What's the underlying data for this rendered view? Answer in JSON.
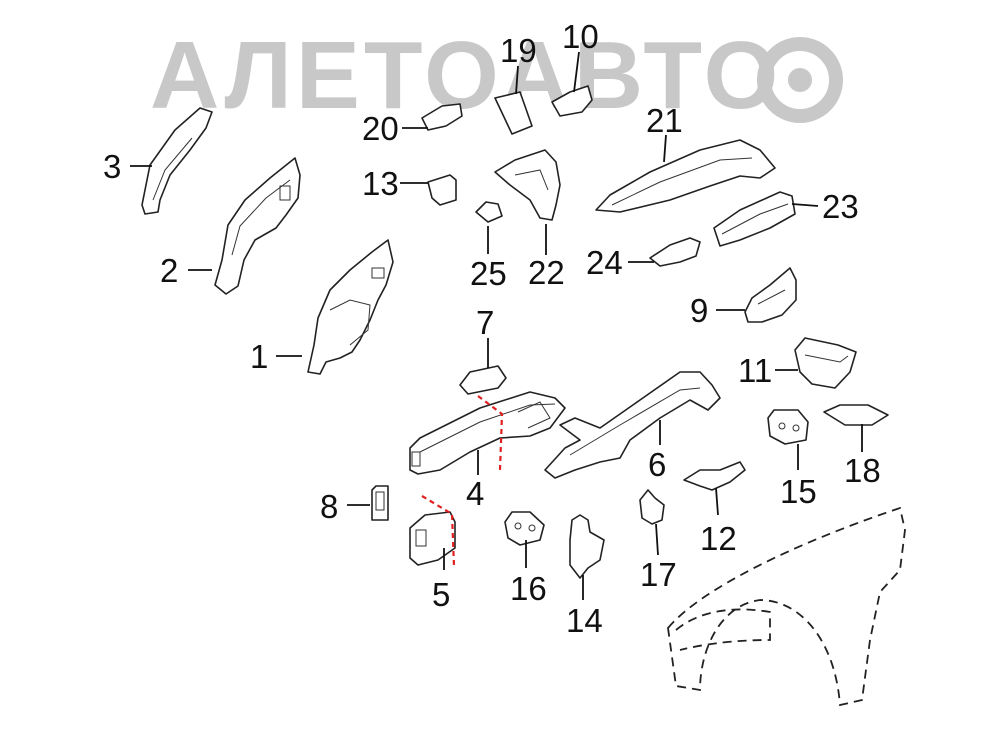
{
  "watermark": {
    "text": "АЛЕТОАВТО"
  },
  "callouts": [
    {
      "id": "1",
      "label": "1"
    },
    {
      "id": "2",
      "label": "2"
    },
    {
      "id": "3",
      "label": "3"
    },
    {
      "id": "4",
      "label": "4"
    },
    {
      "id": "5",
      "label": "5"
    },
    {
      "id": "6",
      "label": "6"
    },
    {
      "id": "7",
      "label": "7"
    },
    {
      "id": "8",
      "label": "8"
    },
    {
      "id": "9",
      "label": "9"
    },
    {
      "id": "10",
      "label": "10"
    },
    {
      "id": "11",
      "label": "11"
    },
    {
      "id": "12",
      "label": "12"
    },
    {
      "id": "13",
      "label": "13"
    },
    {
      "id": "14",
      "label": "14"
    },
    {
      "id": "15",
      "label": "15"
    },
    {
      "id": "16",
      "label": "16"
    },
    {
      "id": "17",
      "label": "17"
    },
    {
      "id": "18",
      "label": "18"
    },
    {
      "id": "19",
      "label": "19"
    },
    {
      "id": "20",
      "label": "20"
    },
    {
      "id": "21",
      "label": "21"
    },
    {
      "id": "22",
      "label": "22"
    },
    {
      "id": "23",
      "label": "23"
    },
    {
      "id": "24",
      "label": "24"
    },
    {
      "id": "25",
      "label": "25"
    }
  ],
  "colors": {
    "line": "#222222",
    "cut_line": "#e02020",
    "watermark": "#c8c8c8",
    "background": "#ffffff"
  }
}
